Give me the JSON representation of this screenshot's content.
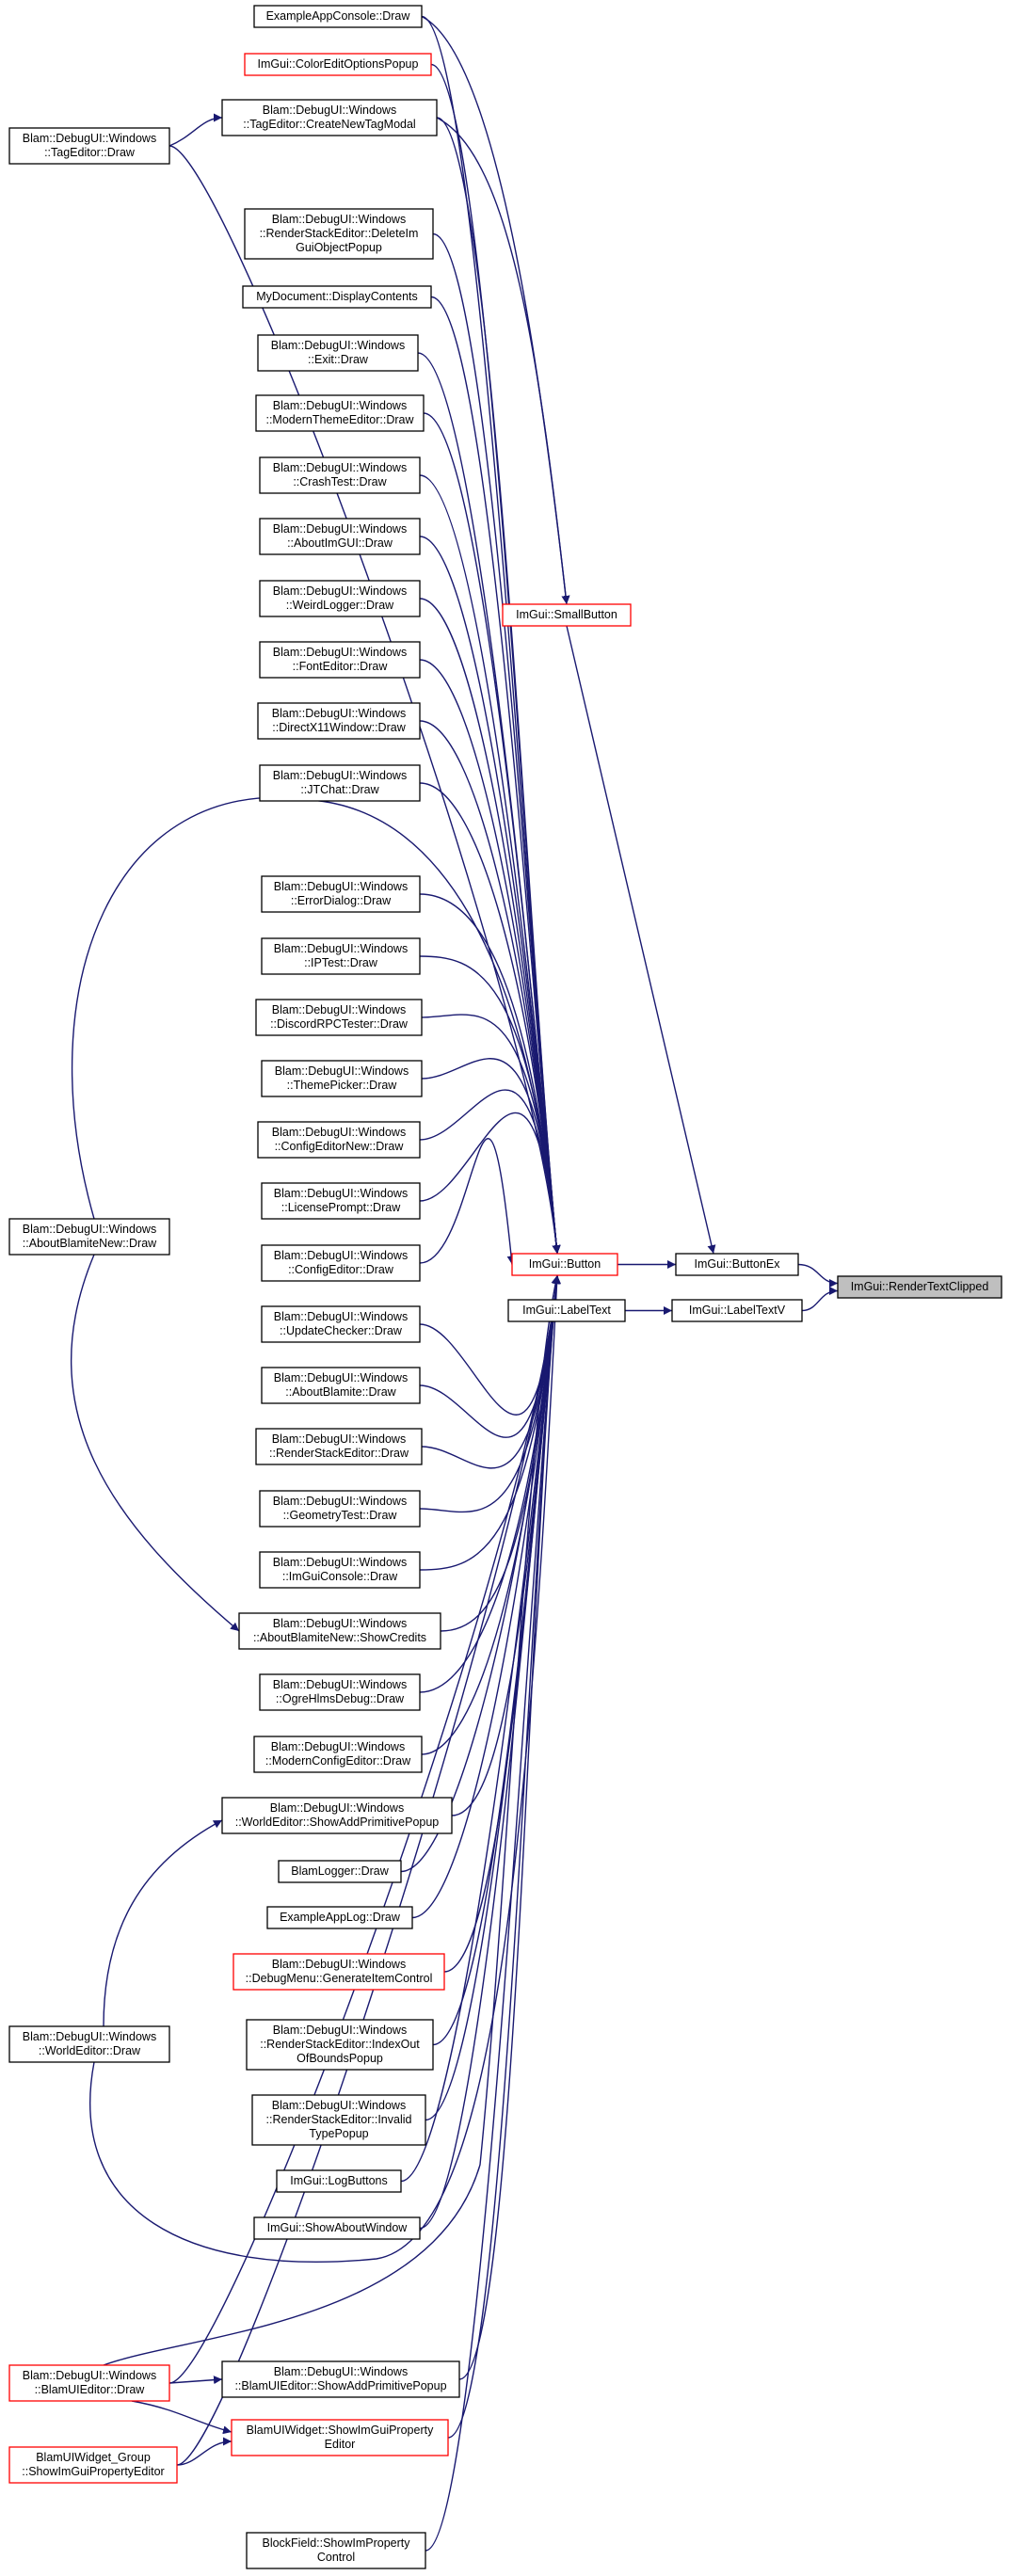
{
  "nodes": {
    "n_console": [
      "ExampleAppConsole::Draw"
    ],
    "n_coloredit": [
      "ImGui::ColorEditOptionsPopup"
    ],
    "n_tagmodal": [
      "Blam::DebugUI::Windows",
      "::TagEditor::CreateNewTagModal"
    ],
    "n_tageditor": [
      "Blam::DebugUI::Windows",
      "::TagEditor::Draw"
    ],
    "n_rsdelete": [
      "Blam::DebugUI::Windows",
      "::RenderStackEditor::DeleteIm",
      "GuiObjectPopup"
    ],
    "n_mydoc": [
      "MyDocument::DisplayContents"
    ],
    "n_exit": [
      "Blam::DebugUI::Windows",
      "::Exit::Draw"
    ],
    "n_modtheme": [
      "Blam::DebugUI::Windows",
      "::ModernThemeEditor::Draw"
    ],
    "n_crash": [
      "Blam::DebugUI::Windows",
      "::CrashTest::Draw"
    ],
    "n_aboutimgui": [
      "Blam::DebugUI::Windows",
      "::AboutImGUI::Draw"
    ],
    "n_weird": [
      "Blam::DebugUI::Windows",
      "::WeirdLogger::Draw"
    ],
    "n_font": [
      "Blam::DebugUI::Windows",
      "::FontEditor::Draw"
    ],
    "n_dx11": [
      "Blam::DebugUI::Windows",
      "::DirectX11Window::Draw"
    ],
    "n_jtchat": [
      "Blam::DebugUI::Windows",
      "::JTChat::Draw"
    ],
    "n_errdlg": [
      "Blam::DebugUI::Windows",
      "::ErrorDialog::Draw"
    ],
    "n_iptest": [
      "Blam::DebugUI::Windows",
      "::IPTest::Draw"
    ],
    "n_discord": [
      "Blam::DebugUI::Windows",
      "::DiscordRPCTester::Draw"
    ],
    "n_theme": [
      "Blam::DebugUI::Windows",
      "::ThemePicker::Draw"
    ],
    "n_cfgnew": [
      "Blam::DebugUI::Windows",
      "::ConfigEditorNew::Draw"
    ],
    "n_license": [
      "Blam::DebugUI::Windows",
      "::LicensePrompt::Draw"
    ],
    "n_aboutnew": [
      "Blam::DebugUI::Windows",
      "::AboutBlamiteNew::Draw"
    ],
    "n_cfgedit": [
      "Blam::DebugUI::Windows",
      "::ConfigEditor::Draw"
    ],
    "n_update": [
      "Blam::DebugUI::Windows",
      "::UpdateChecker::Draw"
    ],
    "n_aboutbl": [
      "Blam::DebugUI::Windows",
      "::AboutBlamite::Draw"
    ],
    "n_rsedit": [
      "Blam::DebugUI::Windows",
      "::RenderStackEditor::Draw"
    ],
    "n_geom": [
      "Blam::DebugUI::Windows",
      "::GeometryTest::Draw"
    ],
    "n_imcon": [
      "Blam::DebugUI::Windows",
      "::ImGuiConsole::Draw"
    ],
    "n_credits": [
      "Blam::DebugUI::Windows",
      "::AboutBlamiteNew::ShowCredits"
    ],
    "n_ogre": [
      "Blam::DebugUI::Windows",
      "::OgreHlmsDebug::Draw"
    ],
    "n_modcfg": [
      "Blam::DebugUI::Windows",
      "::ModernConfigEditor::Draw"
    ],
    "n_weprim": [
      "Blam::DebugUI::Windows",
      "::WorldEditor::ShowAddPrimitivePopup"
    ],
    "n_blamlog": [
      "BlamLogger::Draw"
    ],
    "n_applog": [
      "ExampleAppLog::Draw"
    ],
    "n_dbgmenu": [
      "Blam::DebugUI::Windows",
      "::DebugMenu::GenerateItemControl"
    ],
    "n_worldedit": [
      "Blam::DebugUI::Windows",
      "::WorldEditor::Draw"
    ],
    "n_rsoob": [
      "Blam::DebugUI::Windows",
      "::RenderStackEditor::IndexOut",
      "OfBoundsPopup"
    ],
    "n_rsinv": [
      "Blam::DebugUI::Windows",
      "::RenderStackEditor::Invalid",
      "TypePopup"
    ],
    "n_logbtn": [
      "ImGui::LogButtons"
    ],
    "n_about": [
      "ImGui::ShowAboutWindow"
    ],
    "n_bueprim": [
      "Blam::DebugUI::Windows",
      "::BlamUIEditor::ShowAddPrimitivePopup"
    ],
    "n_buedit": [
      "Blam::DebugUI::Windows",
      "::BlamUIEditor::Draw"
    ],
    "n_propedit": [
      "BlamUIWidget::ShowImGuiProperty",
      "Editor"
    ],
    "n_group": [
      "BlamUIWidget_Group",
      "::ShowImGuiPropertyEditor"
    ],
    "n_blockfield": [
      "BlockField::ShowImProperty",
      "Control"
    ],
    "n_small": [
      "ImGui::SmallButton"
    ],
    "n_button": [
      "ImGui::Button"
    ],
    "n_labeltext": [
      "ImGui::LabelText"
    ],
    "n_btnex": [
      "ImGui::ButtonEx"
    ],
    "n_labelv": [
      "ImGui::LabelTextV"
    ],
    "n_render": [
      "ImGui::RenderTextClipped"
    ]
  },
  "colors": {
    "edge": "#191970",
    "node_border": "#000000",
    "truncated_border": "#ff0000",
    "focus_fill": "#bfbfbf"
  }
}
